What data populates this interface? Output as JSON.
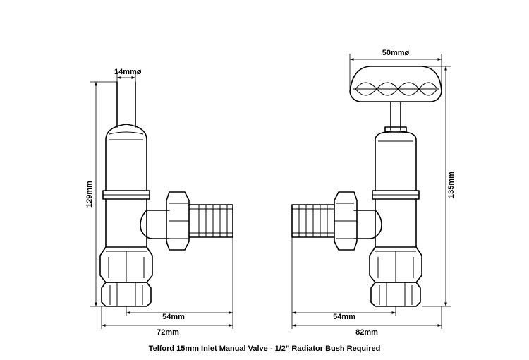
{
  "caption": "Telford 15mm Inlet Manual Valve - 1/2” Radiator Bush Required",
  "left_view": {
    "pipe_diameter": "14mmø",
    "height": "129mm",
    "inner_width": "54mm",
    "outer_width": "72mm"
  },
  "right_view": {
    "head_diameter": "50mmø",
    "height": "135mm",
    "inner_width": "54mm",
    "outer_width": "82mm"
  }
}
